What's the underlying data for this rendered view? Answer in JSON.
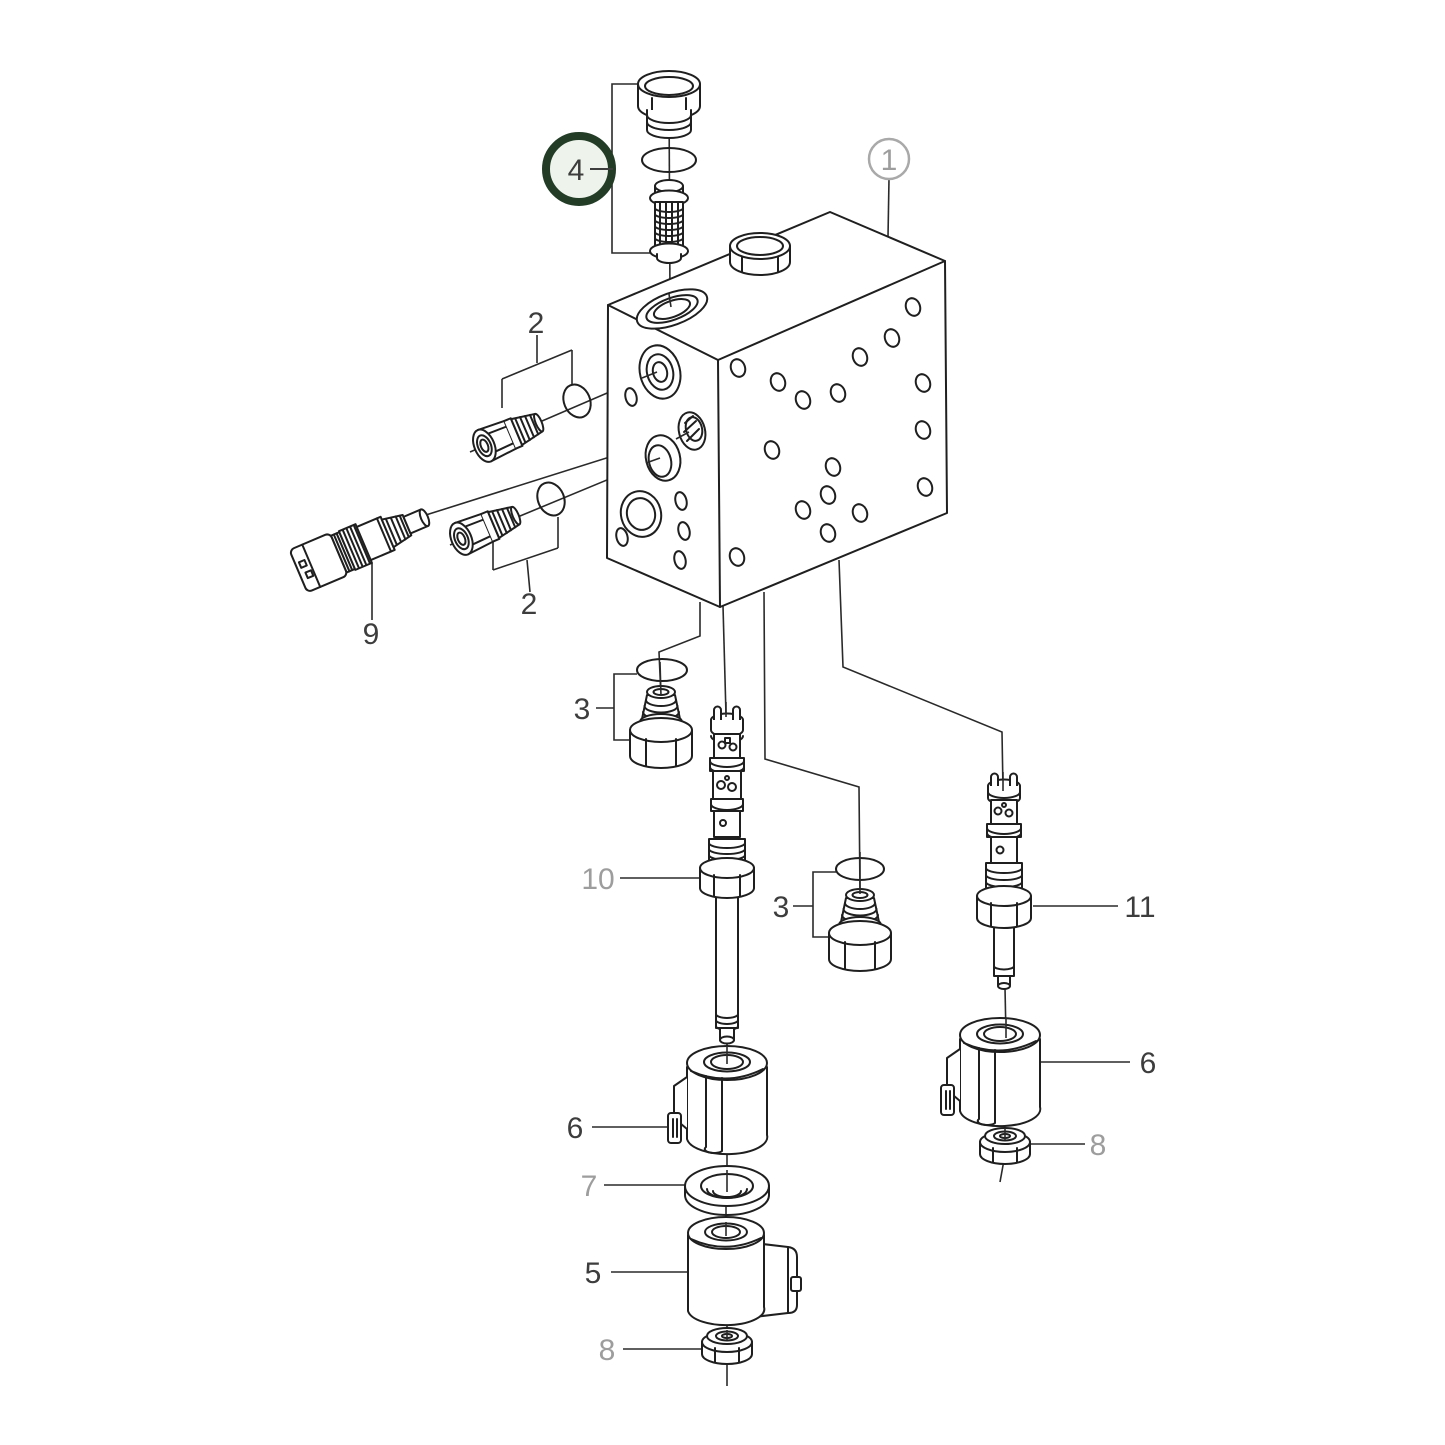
{
  "diagram": {
    "type": "exploded-parts-diagram",
    "subject": "hydraulic-valve-block-assembly",
    "background_color": "#ffffff",
    "line_color": "#1f1f1f",
    "label_color_dark": "#3d3d3d",
    "label_color_gray": "#9d9d9d",
    "highlight": {
      "callout": "4",
      "ring_color": "#223c26",
      "fill_color": "#eef4ec"
    },
    "callouts": [
      {
        "label": "1",
        "style": "circled-gray",
        "part": "valve-block"
      },
      {
        "label": "2",
        "style": "plain-dark",
        "part": "port-fitting-with-o-ring-upper"
      },
      {
        "label": "2",
        "style": "plain-dark",
        "part": "port-fitting-with-o-ring-lower"
      },
      {
        "label": "3",
        "style": "plain-dark",
        "part": "threaded-plug-with-o-ring-left"
      },
      {
        "label": "3",
        "style": "plain-dark",
        "part": "threaded-plug-with-o-ring-right"
      },
      {
        "label": "4",
        "style": "circled-green-highlight",
        "part": "plug-o-ring-filter-assembly"
      },
      {
        "label": "5",
        "style": "plain-dark",
        "part": "solenoid-coil-bottom"
      },
      {
        "label": "6",
        "style": "plain-dark",
        "part": "solenoid-coil-left"
      },
      {
        "label": "6",
        "style": "plain-dark",
        "part": "solenoid-coil-right"
      },
      {
        "label": "7",
        "style": "plain-gray",
        "part": "washer"
      },
      {
        "label": "8",
        "style": "plain-gray",
        "part": "nut-bottom"
      },
      {
        "label": "8",
        "style": "plain-gray",
        "part": "nut-right"
      },
      {
        "label": "9",
        "style": "plain-dark",
        "part": "sensor"
      },
      {
        "label": "10",
        "style": "plain-gray",
        "part": "cartridge-valve-long"
      },
      {
        "label": "11",
        "style": "plain-dark",
        "part": "cartridge-valve-short"
      }
    ]
  }
}
